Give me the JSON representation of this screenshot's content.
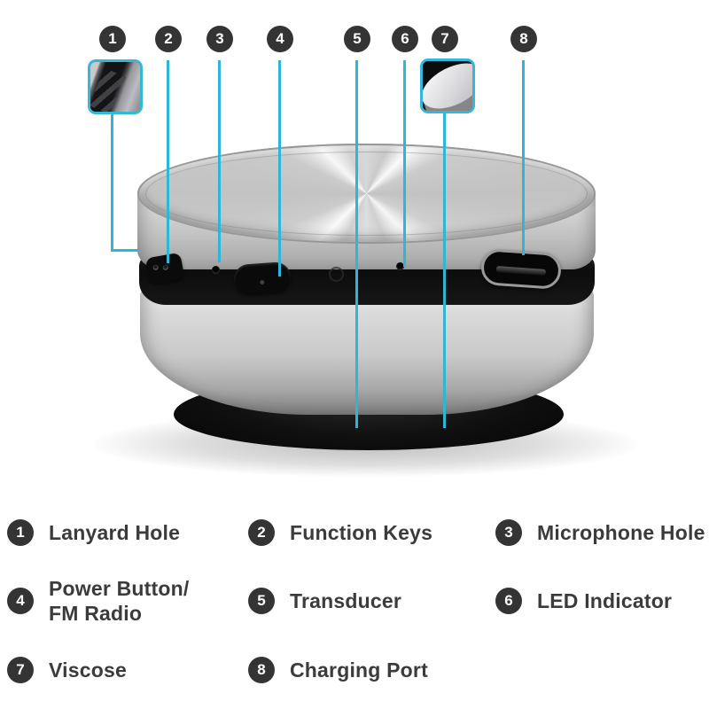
{
  "colors": {
    "accent_cyan": "#2db6d7",
    "badge_circle": "#343434",
    "legend_text": "#3b3b3b",
    "device_silver": "#cfcfcf",
    "device_band_black": "#141414",
    "background": "#ffffff"
  },
  "callouts": {
    "items": [
      {
        "number": "1"
      },
      {
        "number": "2"
      },
      {
        "number": "3"
      },
      {
        "number": "4"
      },
      {
        "number": "5"
      },
      {
        "number": "6"
      },
      {
        "number": "7"
      },
      {
        "number": "8"
      }
    ]
  },
  "insets": {
    "items": [
      {
        "icon": "lanyard-hole-closeup-photo"
      },
      {
        "icon": "viscose-pad-closeup-photo"
      }
    ]
  },
  "legend": {
    "items": [
      {
        "number": "1",
        "label": "Lanyard Hole"
      },
      {
        "number": "2",
        "label": "Function Keys"
      },
      {
        "number": "3",
        "label": "Microphone Hole"
      },
      {
        "number": "4",
        "lines": [
          "Power Button/",
          "FM Radio"
        ]
      },
      {
        "number": "5",
        "label": "Transducer"
      },
      {
        "number": "6",
        "label": "LED Indicator"
      },
      {
        "number": "7",
        "label": "Viscose"
      },
      {
        "number": "8",
        "label": "Charging Port"
      }
    ]
  }
}
